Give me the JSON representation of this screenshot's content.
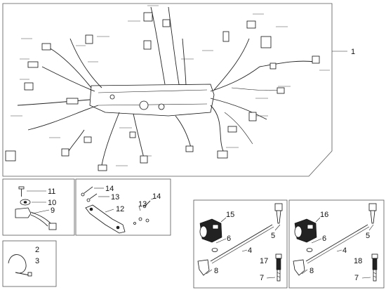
{
  "callouts": {
    "harness": "1",
    "clamp_a": "2",
    "clamp_b": "3",
    "rod_left": "4",
    "rod_right": "4",
    "cap_left": "5",
    "cap_right": "5",
    "washer_left": "6",
    "washer_right": "6",
    "plug_left": "7",
    "plug_right": "7",
    "boot_left": "8",
    "boot_right": "8",
    "sensor": "9",
    "grommet": "10",
    "screw": "11",
    "bracket": "12",
    "bolt_upper": "13",
    "bolt_lower": "13",
    "screw_upper": "14",
    "screw_lower": "14",
    "coil_left": "15",
    "coil_right": "16",
    "plug_cable_left": "17",
    "plug_cable_right": "18"
  },
  "colors": {
    "line": "#222222",
    "frame": "#555555",
    "background": "#ffffff"
  }
}
